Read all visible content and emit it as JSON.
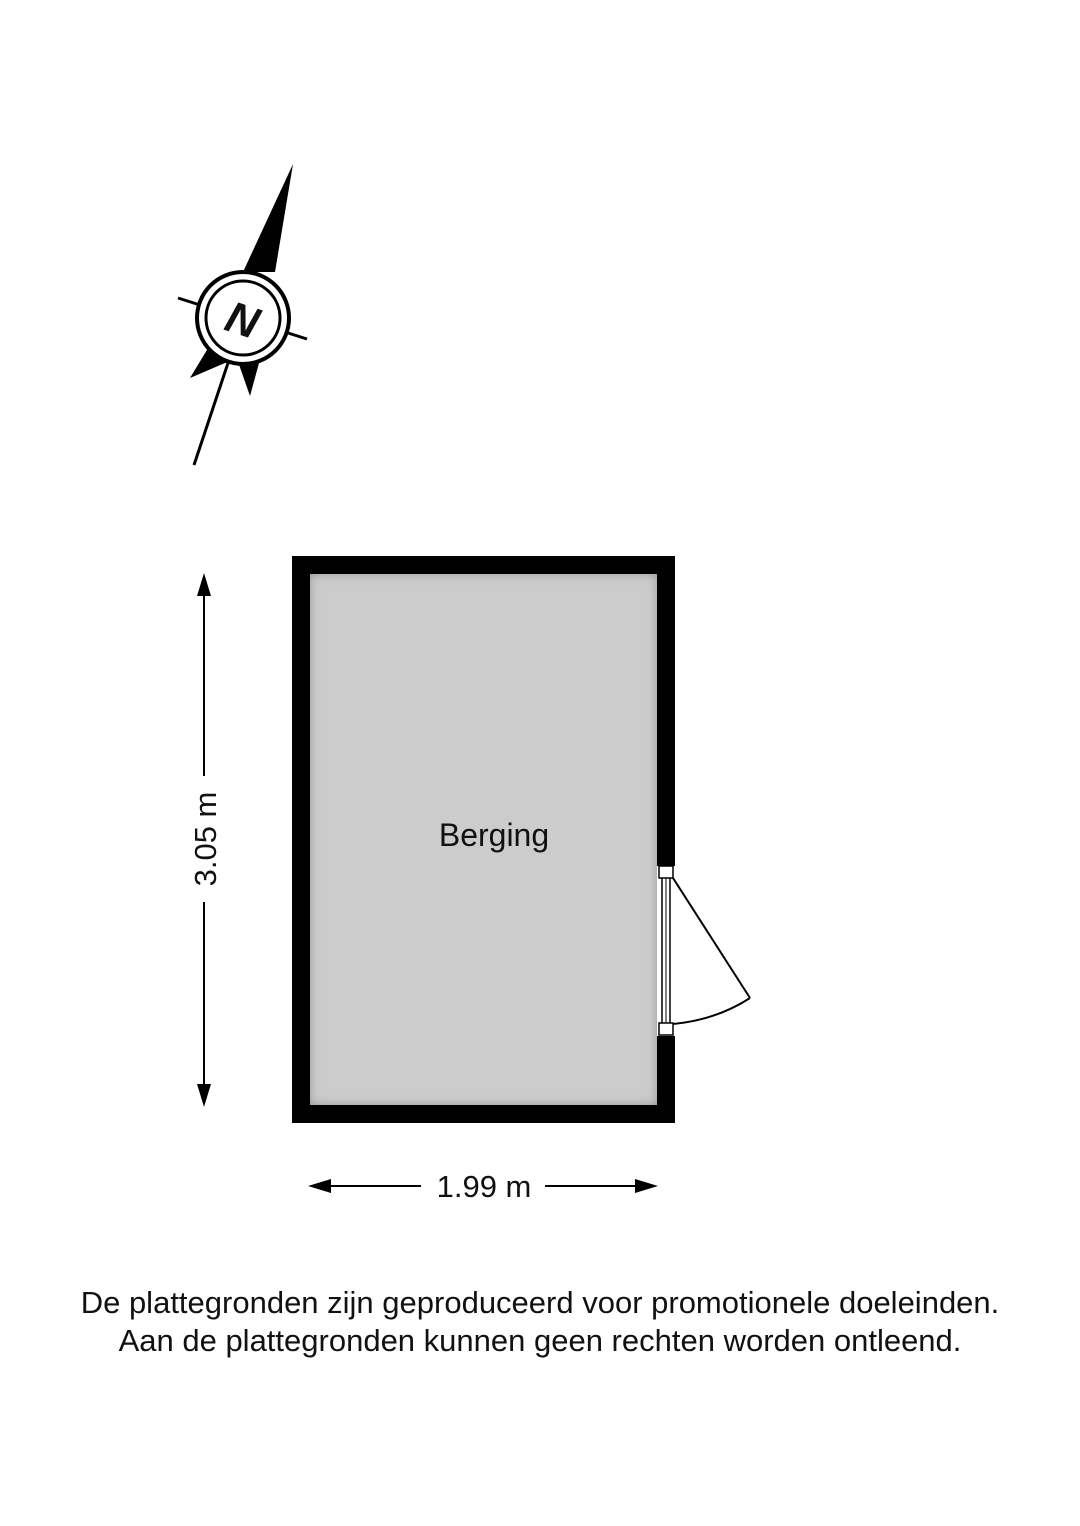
{
  "compass": {
    "label": "N"
  },
  "room": {
    "name": "Berging",
    "fill_color": "#cccccc",
    "wall_color": "#000000"
  },
  "dimensions": {
    "height": "3.05 m",
    "width": "1.99 m"
  },
  "disclaimer": {
    "line1": "De plattegronden zijn geproduceerd voor promotionele doeleinden.",
    "line2": "Aan de plattegronden kunnen geen rechten worden ontleend."
  }
}
